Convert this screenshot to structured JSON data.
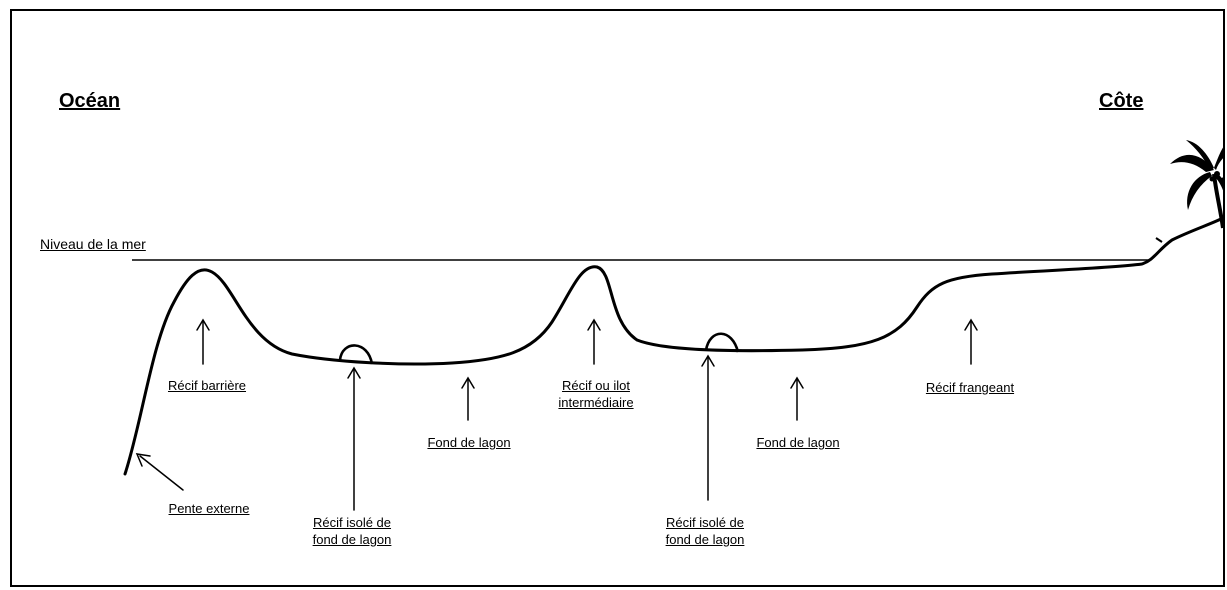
{
  "titles": {
    "left": "Océan",
    "right": "Côte"
  },
  "sea_level_label": "Niveau de la mer",
  "labels": {
    "recif_barriere": "Récif barrière",
    "pente_externe": "Pente externe",
    "recif_isole_1_line1": "Récif isolé de",
    "recif_isole_1_line2": "fond de lagon",
    "fond_lagon_1": "Fond de lagon",
    "recif_intermediaire_line1": "Récif ou ilot",
    "recif_intermediaire_line2": "intermédiaire",
    "recif_isole_2_line1": "Récif isolé de",
    "recif_isole_2_line2": "fond de lagon",
    "fond_lagon_2": "Fond de lagon",
    "recif_frangeant": "Récif frangeant"
  },
  "icons": {
    "palm": "palm-tree-icon"
  },
  "colors": {
    "stroke": "#000000",
    "background": "#ffffff"
  }
}
